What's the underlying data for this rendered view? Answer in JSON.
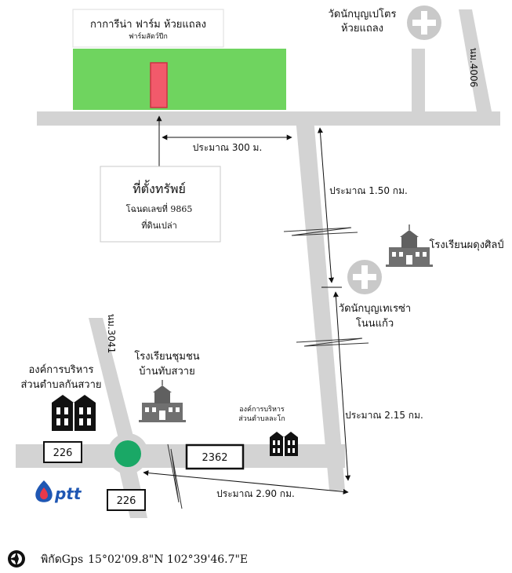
{
  "farm": {
    "name": "กาการีน่า ฟาร์ม ห้วยแถลง",
    "subtitle": "ฟาร์มสัตว์ปีก"
  },
  "church_top": {
    "line1": "วัดนักบุญเปโตร",
    "line2": "ห้วยแถลง"
  },
  "road_4006": "นม.4006",
  "road_3041": "นม.3041",
  "distance_300": "ประมาณ 300 ม.",
  "distance_150": "ประมาณ 1.50 กม.",
  "distance_215": "ประมาณ 2.15 กม.",
  "distance_290": "ประมาณ 2.90 กม.",
  "property": {
    "title": "ที่ตั้งทรัพย์",
    "line1": "โฉนดเลขที่ 9865",
    "line2": "ที่ดินเปล่า"
  },
  "school_right": "โรงเรียนผดุงศิลป์",
  "church_mid": {
    "line1": "วัดนักบุญเทเรซ่า",
    "line2": "โนนแก้ว"
  },
  "school_community": {
    "line1": "โรงเรียนชุมชน",
    "line2": "บ้านทับสวาย"
  },
  "sao_left": {
    "line1": "องค์การบริหาร",
    "line2": "ส่วนตำบลกันสวาย"
  },
  "sao_right": {
    "line1": "องค์การบริหาร",
    "line2": "ส่วนตำบลละโก"
  },
  "route_226_left": "226",
  "route_226_bottom": "226",
  "route_2362": "2362",
  "ptt_logo": "ptt",
  "gps": {
    "label": "พิกัดGps",
    "value": "15°02'09.8\"N 102°39'46.7\"E"
  },
  "colors": {
    "road": "#d3d3d3",
    "field": "#6fd45f",
    "marker": "#f25a6b",
    "roundabout": "#1aa866",
    "ptt_blue": "#1f57b3"
  },
  "icons": [
    "church-icon",
    "school-icon",
    "office-building-icon",
    "compass-icon",
    "ptt-flame-icon"
  ]
}
